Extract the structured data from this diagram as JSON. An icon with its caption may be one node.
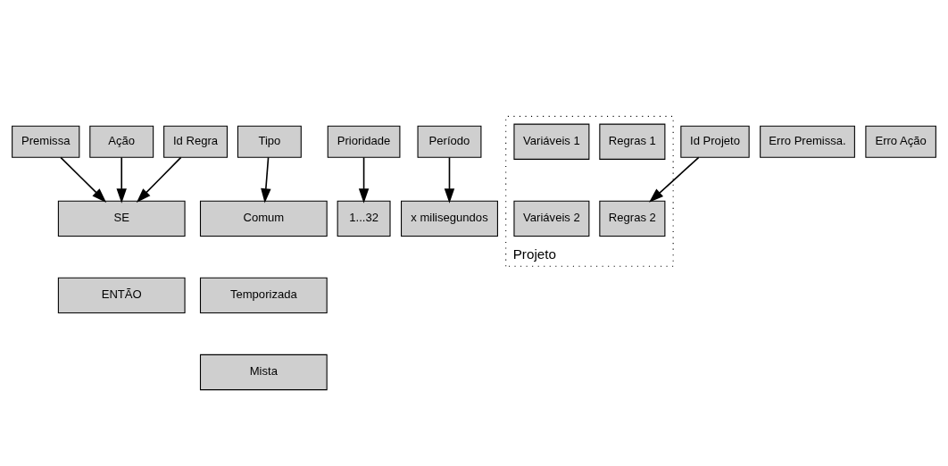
{
  "diagram": {
    "nodes": [
      {
        "text": [
          "Premissa"
        ]
      },
      {
        "text": [
          "Ação"
        ]
      },
      {
        "text": [
          "Id Regra"
        ]
      },
      {
        "text": [
          "Tipo"
        ]
      },
      {
        "text": [
          "Prioridade"
        ]
      },
      {
        "text": [
          "Período"
        ]
      },
      {
        "text": [
          "Id Projeto"
        ]
      },
      {
        "text": [
          "Erro Premissa."
        ]
      },
      {
        "text": [
          "Erro Ação"
        ]
      },
      {
        "text": [
          "SE"
        ]
      },
      {
        "text": [
          "ENTÃO"
        ]
      },
      {
        "text": [
          "1...32"
        ]
      },
      {
        "text": [
          "Projeto"
        ]
      },
      {
        "text": [
          "Regras 1"
        ],
        "in": 12
      },
      {
        "text": [
          "Variáveis 1"
        ],
        "in": 12
      },
      {
        "text": [
          "Regras 2"
        ],
        "in": 12
      },
      {
        "text": [
          "Variáveis 2"
        ],
        "in": 12
      },
      {
        "text": [
          "Comum"
        ]
      },
      {
        "text": [
          "Temporizada"
        ]
      },
      {
        "text": [
          "Mista"
        ]
      },
      {
        "text": [
          "x milisegundos"
        ]
      }
    ],
    "edges": [
      {
        "from": 0,
        "to": 9,
        "arrow": "to"
      },
      {
        "from": 1,
        "to": 9,
        "arrow": "to"
      },
      {
        "from": 2,
        "to": 9,
        "arrow": "to"
      },
      {
        "from": 4,
        "to": 11,
        "arrow": "to"
      },
      {
        "from": 6,
        "to": 15,
        "arrow": "to"
      },
      {
        "from": 3,
        "to": 17,
        "arrow": "to"
      },
      {
        "from": 5,
        "to": 20,
        "arrow": "to"
      }
    ]
  }
}
